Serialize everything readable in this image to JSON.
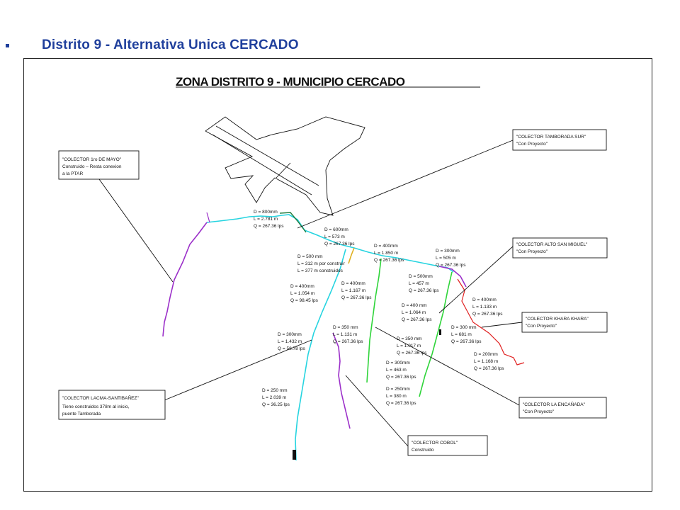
{
  "slide_title": "Distrito 9 - Alternativa Unica CERCADO",
  "map": {
    "title": "ZONA DISTRITO 9 - MUNICIPIO CERCADO",
    "callouts": {
      "colector_1_de_mayo": [
        "\"COLECTOR 1ro DE MAYO\"",
        "Construido – Resta conexion",
        "a la PTAR"
      ],
      "colector_tamborada": [
        "\"COLECTOR TAMBORADA SUR\"",
        "\"Con Proyecto\""
      ],
      "colector_alto_san_miguel": [
        "\"COLECTOR ALTO SAN MIGUEL\"",
        "\"Con Proyecto\""
      ],
      "colector_khara_khara": [
        "\"COLECTOR KHARA KHARA\"",
        "\"Con Proyecto\""
      ],
      "colector_lacma": [
        "\"COLECTOR LACMA-SANTIBAÑEZ\"",
        "Tiene construidos 378m al inicio,",
        "puente Tamborada"
      ],
      "colector_la_encanada": [
        "\"COLECTOR LA ENCAÑADA\"",
        "\"Con Proyecto\""
      ],
      "colector_cobol": [
        "\"COLECTOR COBOL\"",
        "Construido"
      ]
    },
    "segment_labels": {
      "s1": [
        "D = 800mm",
        "L = 2.781 m",
        "Q = 267.36 lps"
      ],
      "s2": [
        "D = 600mm",
        "L = 573 m",
        "Q = 267.36 lps"
      ],
      "s3": [
        "D = 400mm",
        "L = 1.850 m",
        "Q = 267.36 lps"
      ],
      "s4": [
        "D = 300mm",
        "L = 505 m",
        "Q = 267.36 lps"
      ],
      "s5": [
        "D = 500 mm",
        "L = 312 m por construir",
        "L = 377 m construidos"
      ],
      "s6": [
        "D = 500mm",
        "L = 457 m",
        "Q = 267.36 lps"
      ],
      "s7": [
        "D = 400mm",
        "L = 1.054 m",
        "Q = 98.45 lps"
      ],
      "s8": [
        "D = 400mm",
        "L = 1.167 m",
        "Q = 267.36 lps"
      ],
      "s9": [
        "D = 400 mm",
        "L = 1.064 m",
        "Q = 267.36 lps"
      ],
      "s10": [
        "D = 400mm",
        "L = 1.133 m",
        "Q = 267.36 lps"
      ],
      "s11": [
        "D = 350 mm",
        "L = 1.131 m",
        "Q = 267.36 lps"
      ],
      "s12": [
        "D = 300mm",
        "L = 1.432 m",
        "Q = 58.78 lps"
      ],
      "s13": [
        "D = 350 mm",
        "L = 1.017 m",
        "Q = 267.36 lps"
      ],
      "s14": [
        "D = 300 mm",
        "L = 681 m",
        "Q = 267.36 lps"
      ],
      "s15": [
        "D = 200mm",
        "L = 1.168 m",
        "Q = 267.36 lps"
      ],
      "s16": [
        "D = 300mm",
        "L = 463 m",
        "Q = 267.36 lps"
      ],
      "s17": [
        "D = 250mm",
        "L = 380 m",
        "Q = 267.36 lps"
      ],
      "s18": [
        "D = 250 mm",
        "L = 2.039 m",
        "Q = 36.25 lps"
      ]
    },
    "colors": {
      "cyan": "#26d4e0",
      "purple": "#9b2fc9",
      "green": "#2fd43a",
      "red": "#e02020",
      "dark_green": "#1f7a3a",
      "line": "#111111",
      "title": "#1f3f9c"
    }
  }
}
